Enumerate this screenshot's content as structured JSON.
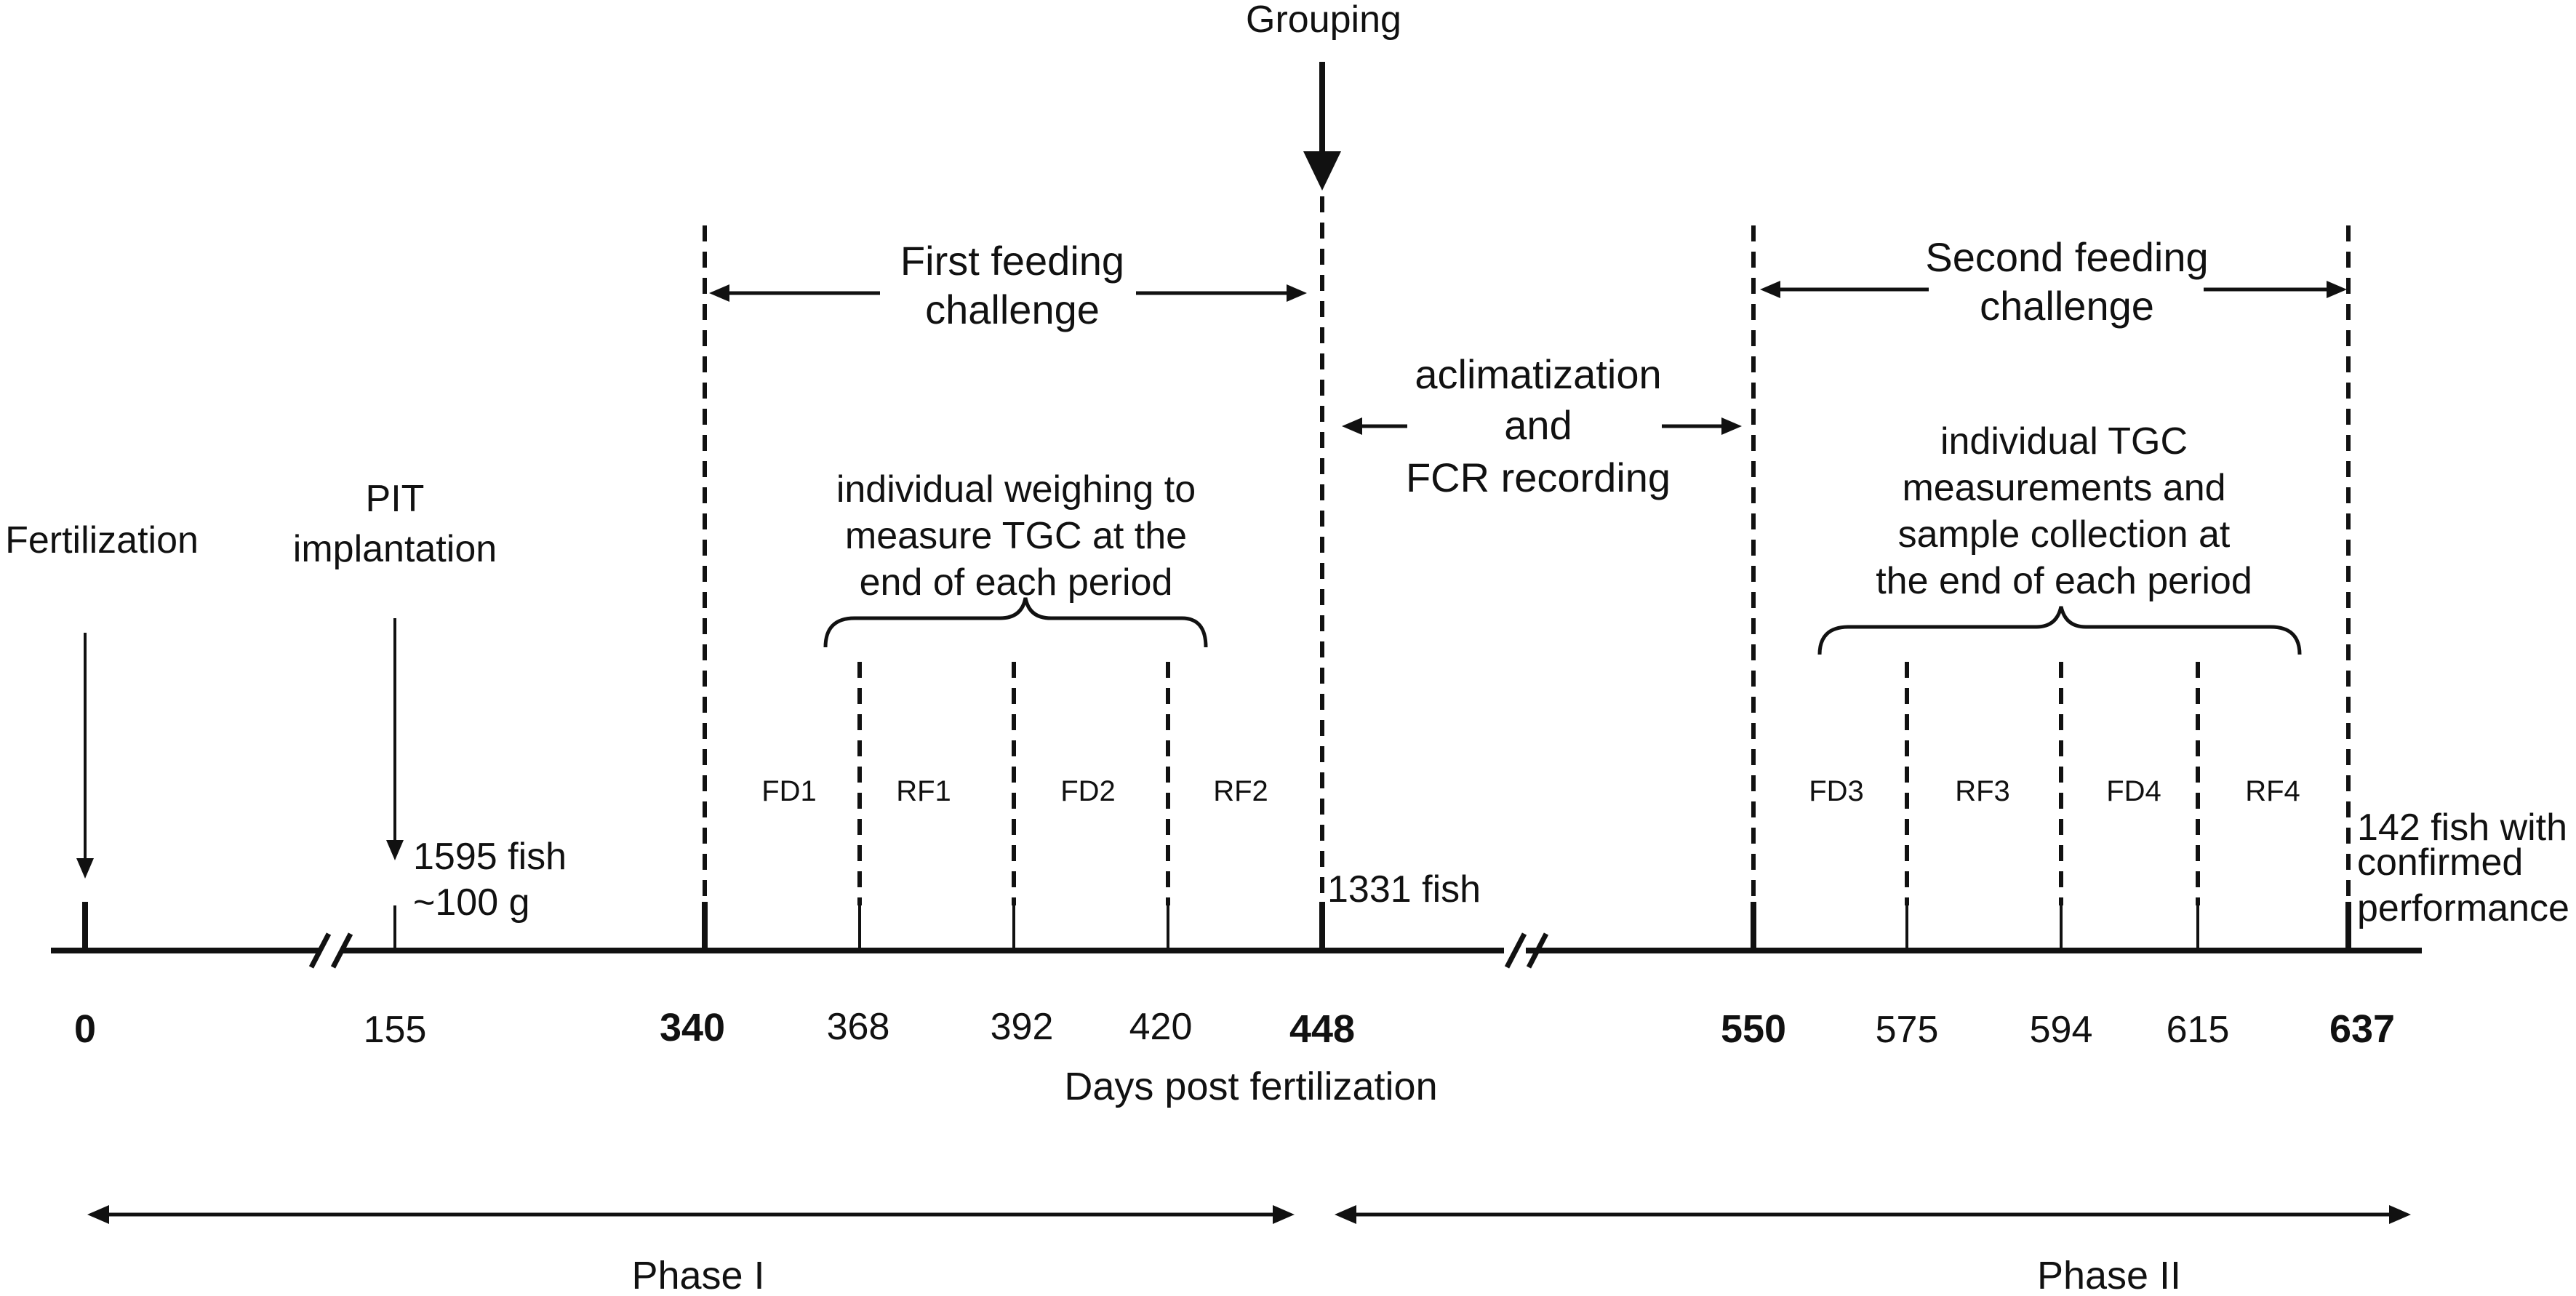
{
  "diagram": {
    "axis_label": "Days post fertilization",
    "ticks": [
      {
        "value": "0",
        "bold": true
      },
      {
        "value": "155",
        "bold": false
      },
      {
        "value": "340",
        "bold": true
      },
      {
        "value": "368",
        "bold": false
      },
      {
        "value": "392",
        "bold": false
      },
      {
        "value": "420",
        "bold": false
      },
      {
        "value": "448",
        "bold": true
      },
      {
        "value": "550",
        "bold": true
      },
      {
        "value": "575",
        "bold": false
      },
      {
        "value": "594",
        "bold": false
      },
      {
        "value": "615",
        "bold": false
      },
      {
        "value": "637",
        "bold": true
      }
    ],
    "events": {
      "fertilization": "Fertilization",
      "pit_implantation": [
        "PIT",
        "implantation"
      ],
      "pit_count": [
        "1595 fish",
        "~100 g"
      ],
      "grouping": "Grouping",
      "grouping_count": "1331 fish",
      "final_count": [
        "142 fish with",
        "confirmed",
        "performance"
      ]
    },
    "challenges": {
      "first": [
        "First feeding",
        "challenge"
      ],
      "second": [
        "Second feeding",
        "challenge"
      ],
      "acclimatization": [
        "aclimatization",
        "and",
        "FCR recording"
      ]
    },
    "brace_notes": {
      "first": [
        "individual weighing to",
        "measure TGC at the",
        "end of each period"
      ],
      "second": [
        "individual TGC",
        "measurements and",
        "sample collection at",
        "the end of each period"
      ]
    },
    "segments": [
      "FD1",
      "RF1",
      "FD2",
      "RF2",
      "FD3",
      "RF3",
      "FD4",
      "RF4"
    ],
    "phases": [
      "Phase I",
      "Phase II"
    ]
  }
}
